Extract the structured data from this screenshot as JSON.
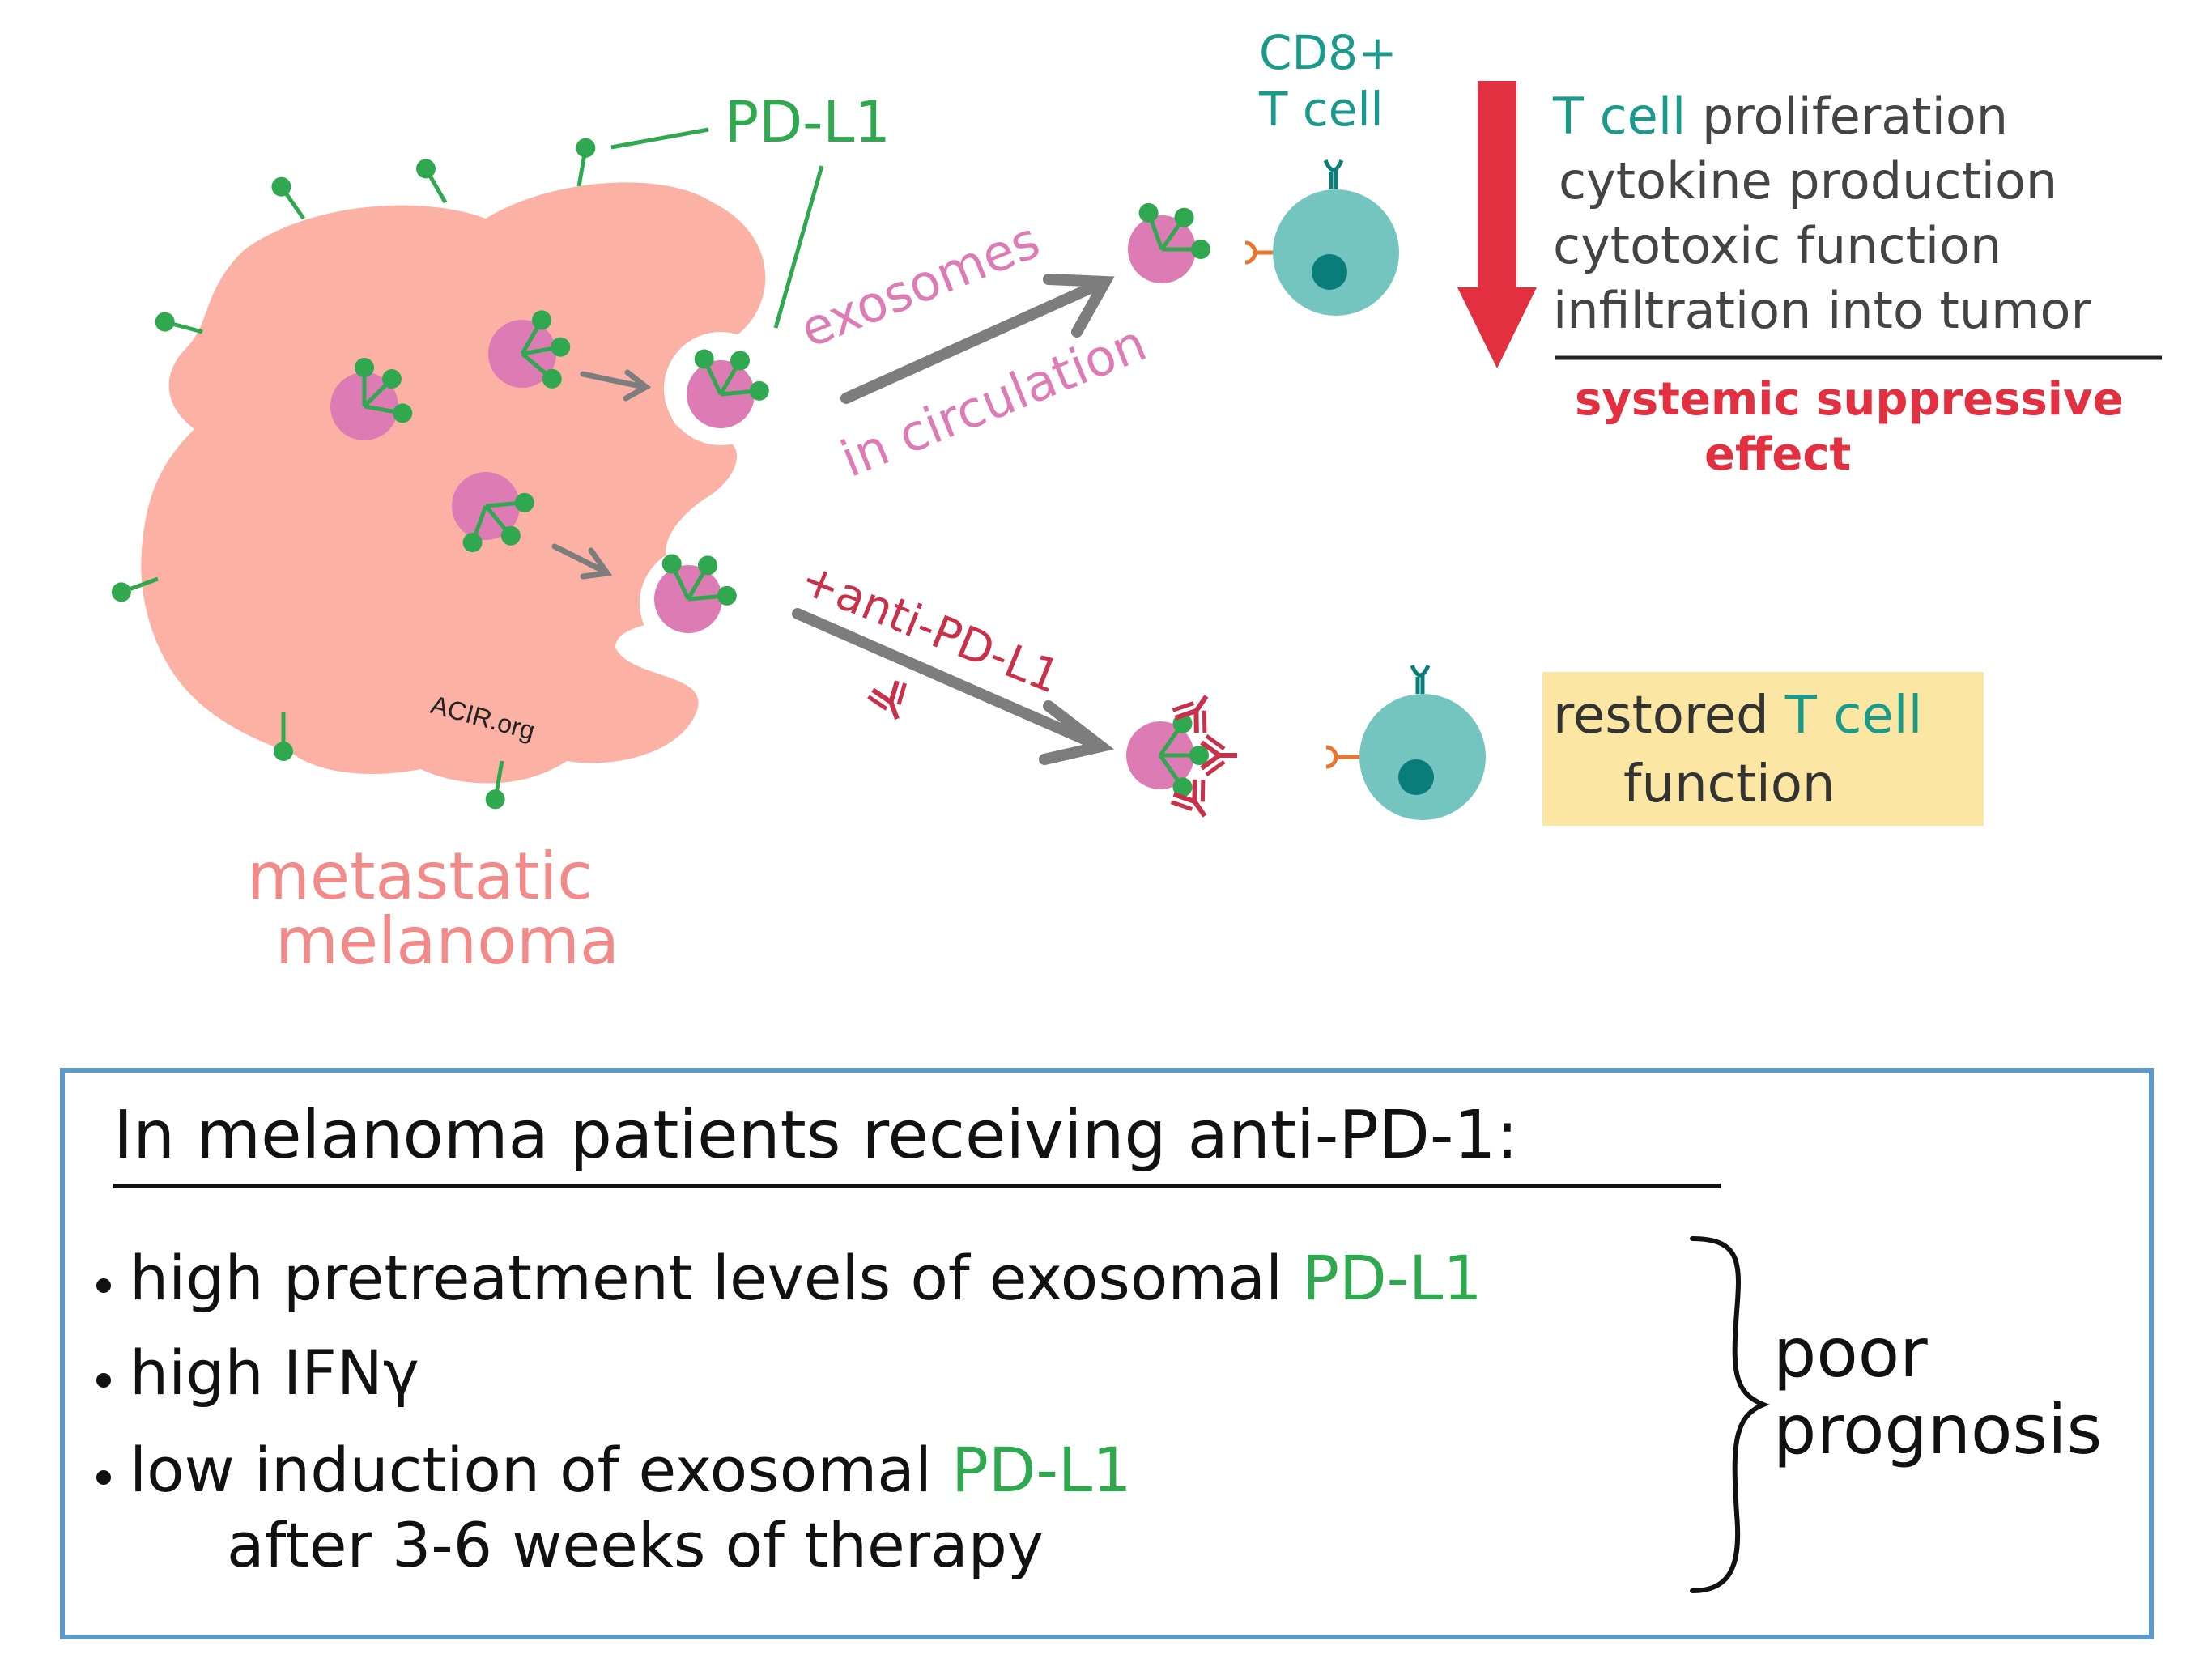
{
  "labels": {
    "pdl1": "PD-L1",
    "cd8": "CD8+",
    "tcell": "T cell",
    "exosomes": "exosomes",
    "in_circulation": "in circulation",
    "anti_pdl1": "+anti-PD-L1",
    "watermark": "ACIR.org",
    "tumor_line1": "metastatic",
    "tumor_line2": "melanoma"
  },
  "effects": {
    "items": [
      {
        "prefix": "T cell",
        "rest": " proliferation"
      },
      {
        "prefix": "",
        "rest": "cytokine production"
      },
      {
        "prefix": "",
        "rest": "cytotoxic function"
      },
      {
        "prefix": "",
        "rest": "infiltration into tumor"
      }
    ],
    "summary_line1": "systemic suppressive",
    "summary_line2": "effect"
  },
  "restored": {
    "line1_a": "restored",
    "line1_b": "T cell",
    "line2": "function"
  },
  "box": {
    "heading": "In melanoma patients receiving anti-PD-1:",
    "bullets": [
      {
        "text": "high pretreatment levels of exosomal ",
        "highlight": "PD-L1"
      },
      {
        "text": "high IFNγ",
        "highlight": ""
      },
      {
        "text": "low induction of exosomal ",
        "highlight": "PD-L1"
      }
    ],
    "bullet3_cont": "after 3-6 weeks of therapy",
    "outcome_line1": "poor",
    "outcome_line2": "prognosis"
  },
  "colors": {
    "tumor": "#fbb2a5",
    "exosome": "#dd7bb5",
    "pdl1": "#2fa84f",
    "tcell": "#74c4bf",
    "nucleus": "#0a7d7a",
    "arrow_gray": "#7d7d7d",
    "red": "#e23040",
    "antibody": "#c9304a",
    "teal_text": "#1a9a8a",
    "box_border": "#5b9bc9",
    "restored_bg": "#fbe7a3"
  }
}
